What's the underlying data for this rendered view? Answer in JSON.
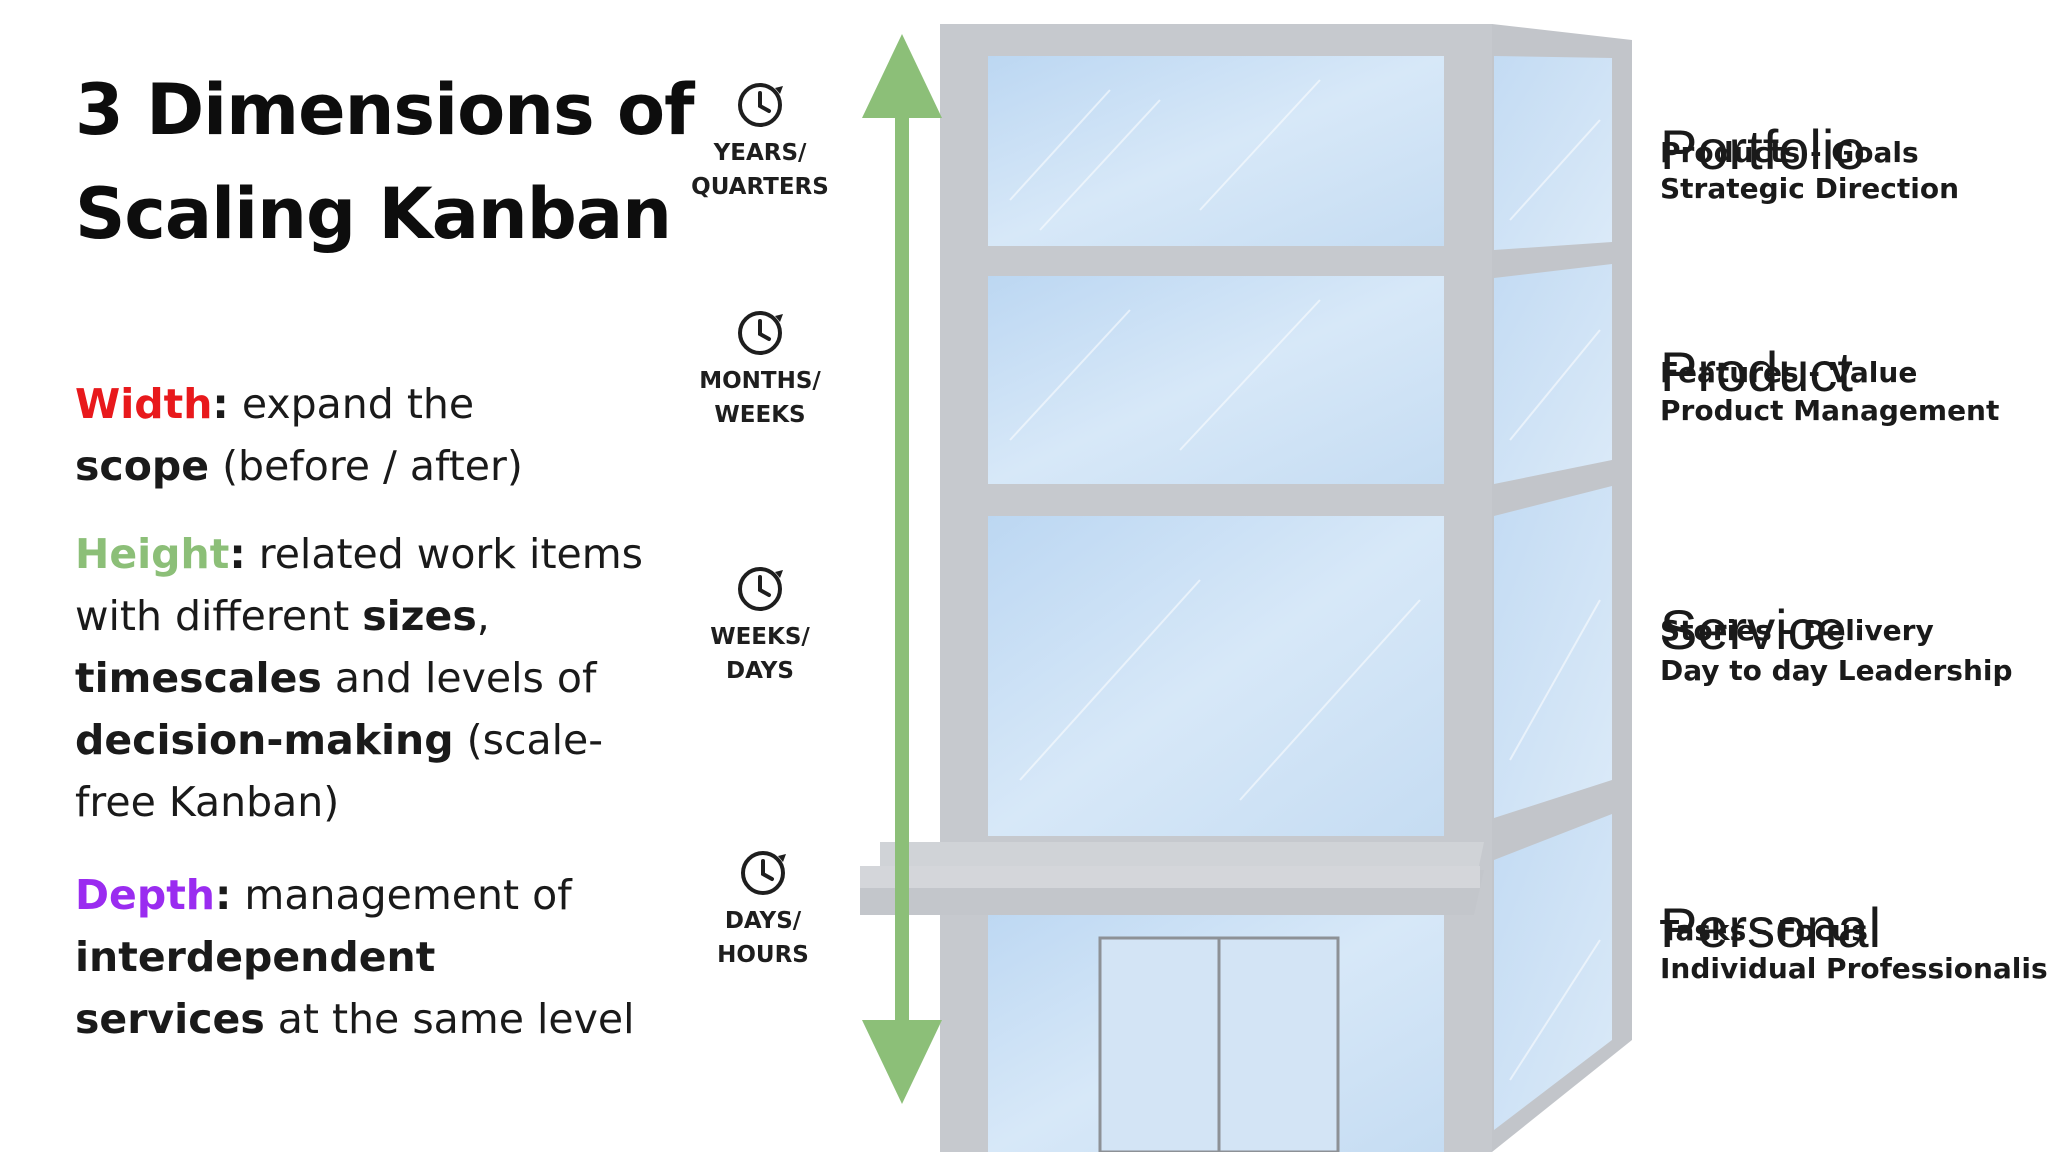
{
  "title": {
    "line1": "3 Dimensions of",
    "line2": "Scaling Kanban"
  },
  "width_para": {
    "keyword": "Width",
    "colon": ":",
    "t1": " expand the",
    "b1": "scope",
    "t2": " (before / after)"
  },
  "height_para": {
    "keyword": "Height",
    "colon": ":",
    "t1": " related work items with different ",
    "b1": "sizes",
    "t2": ", ",
    "b2": "timescales",
    "t3": " and levels of ",
    "b3": "decision-making",
    "t4": " (scale-free Kanban)"
  },
  "depth_para": {
    "keyword": "Depth",
    "colon": ":",
    "t1": " management of ",
    "b1": "interdependent services",
    "t2": " at the same level"
  },
  "timescales": [
    {
      "line1": "YEARS/",
      "line2": "QUARTERS",
      "icon": "clock-icon"
    },
    {
      "line1": "MONTHS/",
      "line2": "WEEKS",
      "icon": "clock-icon"
    },
    {
      "line1": "WEEKS/",
      "line2": "DAYS",
      "icon": "clock-icon"
    },
    {
      "line1": "DAYS/",
      "line2": "HOURS",
      "icon": "clock-icon"
    }
  ],
  "levels": [
    {
      "name": "Portfolio",
      "items": "Products - Goals",
      "desc": "Strategic Direction"
    },
    {
      "name": "Product",
      "items": "Features - Value",
      "desc": "Product Management"
    },
    {
      "name": "Service",
      "items": "Stories - Delivery",
      "desc": "Day to day Leadership"
    },
    {
      "name": "Personal",
      "items": "Tasks - Focus",
      "desc": "Individual Professionalism"
    }
  ],
  "colors": {
    "width": "#e8191c",
    "height": "#8cbf78",
    "depth": "#9a2cf0",
    "arrow": "#8cbf78",
    "frame": "#c8cbd0",
    "glass": "#cfe2f5"
  }
}
